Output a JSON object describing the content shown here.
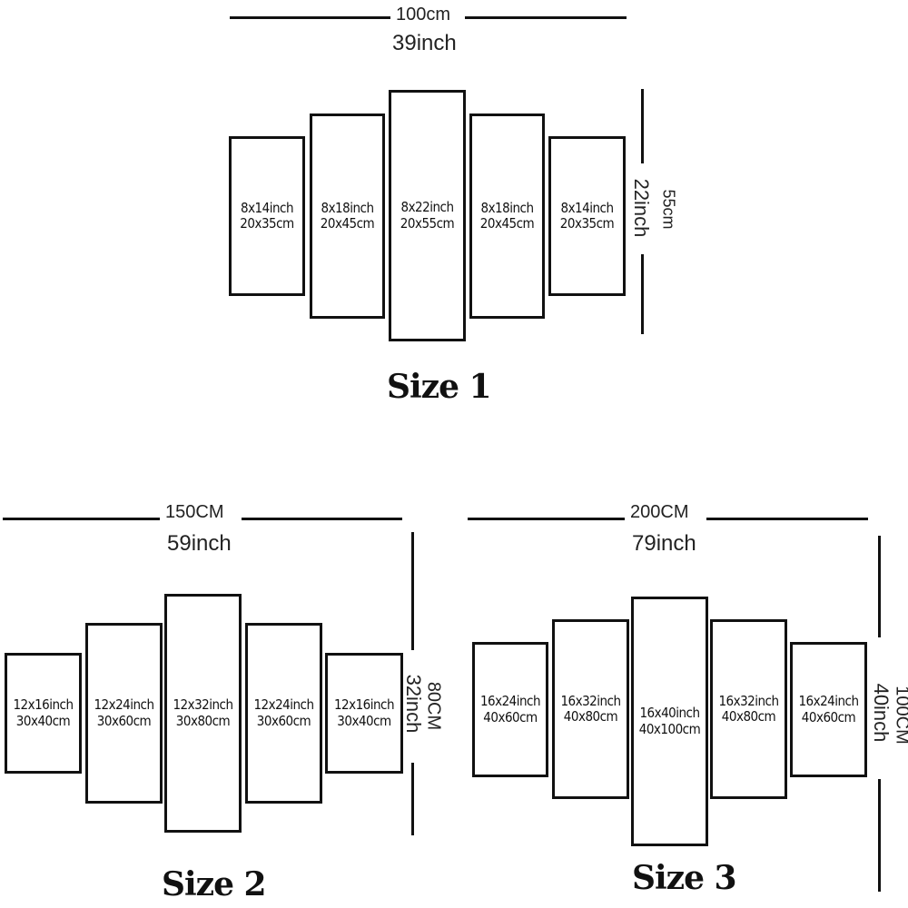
{
  "size1": {
    "title": "Size 1",
    "width_cm": "100cm",
    "width_inch": "39inch",
    "height_cm": "55cm",
    "height_inch": "22inch",
    "panels": [
      {
        "inch": "8x14inch",
        "cm": "20x35cm"
      },
      {
        "inch": "8x18inch",
        "cm": "20x45cm"
      },
      {
        "inch": "8x22inch",
        "cm": "20x55cm"
      },
      {
        "inch": "8x18inch",
        "cm": "20x45cm"
      },
      {
        "inch": "8x14inch",
        "cm": "20x35cm"
      }
    ]
  },
  "size2": {
    "title": "Size 2",
    "width_cm": "150CM",
    "width_inch": "59inch",
    "height_cm": "80CM",
    "height_inch": "32inch",
    "panels": [
      {
        "inch": "12x16inch",
        "cm": "30x40cm"
      },
      {
        "inch": "12x24inch",
        "cm": "30x60cm"
      },
      {
        "inch": "12x32inch",
        "cm": "30x80cm"
      },
      {
        "inch": "12x24inch",
        "cm": "30x60cm"
      },
      {
        "inch": "12x16inch",
        "cm": "30x40cm"
      }
    ]
  },
  "size3": {
    "title": "Size 3",
    "width_cm": "200CM",
    "width_inch": "79inch",
    "height_cm": "100CM",
    "height_inch": "40inch",
    "panels": [
      {
        "inch": "16x24inch",
        "cm": "40x60cm"
      },
      {
        "inch": "16x32inch",
        "cm": "40x80cm"
      },
      {
        "inch": "16x40inch",
        "cm": "40x100cm"
      },
      {
        "inch": "16x32inch",
        "cm": "40x80cm"
      },
      {
        "inch": "16x24inch",
        "cm": "40x60cm"
      }
    ]
  }
}
